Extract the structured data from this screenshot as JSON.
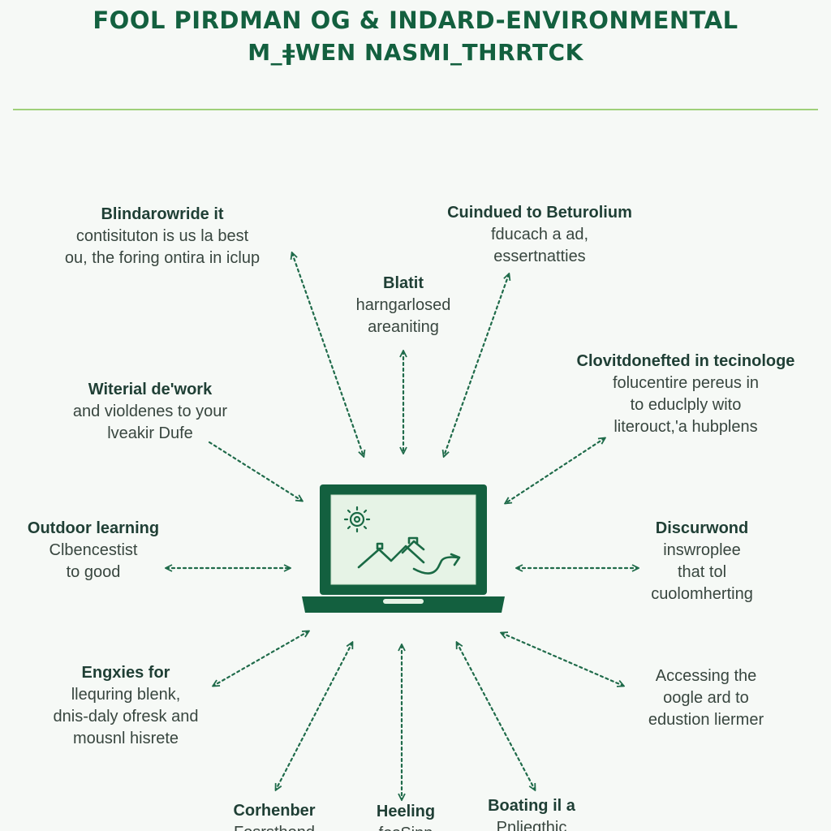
{
  "header": {
    "title_line_1": "FOOL PIRDMAN OG & INDARD-ENVIRONMENTAL",
    "title_line_2": "M_ǂWEN NASMI_THRRTCK"
  },
  "colors": {
    "accent": "#13603f",
    "divider": "#9fd07a",
    "laptop_screen": "#e6f3e6",
    "arrow": "#1f6b4a"
  },
  "hub": {
    "icon": "laptop-icon",
    "screen_icons": [
      "sun-icon",
      "mountain-icon",
      "trend-arrow-icon"
    ]
  },
  "nodes": [
    {
      "id": "top-left",
      "heading": "Blindarowride it",
      "lines": [
        "contisituton is us la best",
        "ou, the foring ontira in iclup"
      ]
    },
    {
      "id": "top-center",
      "heading": "Blatit",
      "lines": [
        "harngarlosed",
        "areaniting"
      ]
    },
    {
      "id": "top-right",
      "heading": "Cuindued to Beturolium",
      "lines": [
        "fducach a ad,",
        "essertnatties"
      ]
    },
    {
      "id": "mid-upper-left",
      "heading": "Witerial de'work",
      "lines": [
        "and violdenes to your",
        "lveakir Dufe"
      ]
    },
    {
      "id": "mid-upper-right",
      "heading": "Clovitdonefted in tecinologe",
      "lines": [
        "folucentire pereus in",
        "to educlply wito",
        "literouct,'a hubplens"
      ]
    },
    {
      "id": "mid-left",
      "heading": "Outdoor learning",
      "lines": [
        "Clbencestist",
        "to good"
      ]
    },
    {
      "id": "mid-right",
      "heading": "Discurwond",
      "lines": [
        "inswroplee",
        "that tol",
        "cuolomherting"
      ]
    },
    {
      "id": "lower-left",
      "heading": "Engxies for",
      "lines": [
        "llequring blenk,",
        "dnis-daly ofresk and",
        "mousnl hisrete"
      ]
    },
    {
      "id": "lower-right",
      "heading": "",
      "lines": [
        "Accessing the",
        "oogle ard to",
        "edustion liermer"
      ]
    },
    {
      "id": "bottom-left",
      "heading": "Corhenber",
      "lines": [
        "Fosrsthond"
      ]
    },
    {
      "id": "bottom-center",
      "heading": "Heeling",
      "lines": [
        "fosSinn"
      ]
    },
    {
      "id": "bottom-right",
      "heading": "Boating il a",
      "lines": [
        "Pnliegthic"
      ]
    }
  ]
}
